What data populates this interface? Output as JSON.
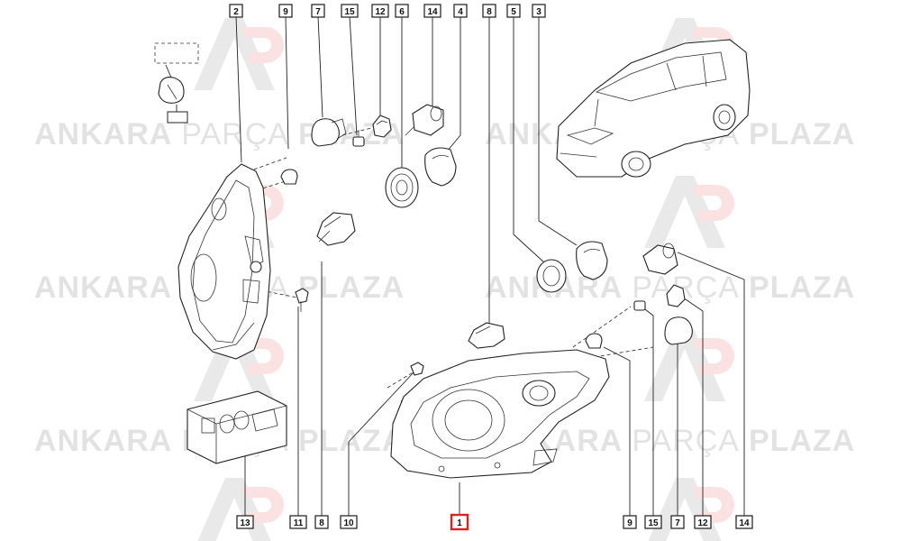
{
  "watermark": {
    "word1": "ANKARA",
    "word2": "PARÇA",
    "word3": "PLAZA",
    "logo_text": "AP",
    "color": "#9a9a9a",
    "logo_accent": "#e02020"
  },
  "callouts": {
    "top": [
      "2",
      "9",
      "7",
      "15",
      "12",
      "6",
      "14",
      "4",
      "8",
      "5",
      "3"
    ],
    "bottom": [
      "13",
      "11",
      "8",
      "10",
      "1",
      "9",
      "15",
      "7",
      "12",
      "14"
    ],
    "selected": "1"
  },
  "colors": {
    "line": "#222222",
    "selected_border": "#e02020"
  }
}
